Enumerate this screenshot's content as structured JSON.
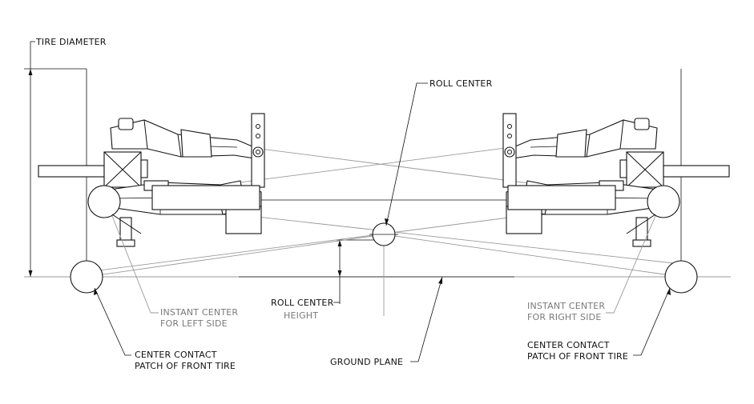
{
  "diagram": {
    "labels": {
      "tire_diameter": "TIRE DIAMETER",
      "roll_center": "ROLL CENTER",
      "roll_center_height_line1": "ROLL CENTER",
      "roll_center_height_line2": "HEIGHT",
      "instant_center_left_line1": "INSTANT CENTER",
      "instant_center_left_line2": "FOR LEFT SIDE",
      "instant_center_right_line1": "INSTANT CENTER",
      "instant_center_right_line2": "FOR RIGHT SIDE",
      "contact_patch_left_line1": "CENTER CONTACT",
      "contact_patch_left_line2": "PATCH OF FRONT TIRE",
      "contact_patch_right_line1": "CENTER CONTACT",
      "contact_patch_right_line2": "PATCH OF FRONT TIRE",
      "ground_plane": "GROUND PLANE"
    },
    "colors": {
      "line": "#111111",
      "secondary_label": "#7a7a7a",
      "background": "#ffffff"
    }
  }
}
